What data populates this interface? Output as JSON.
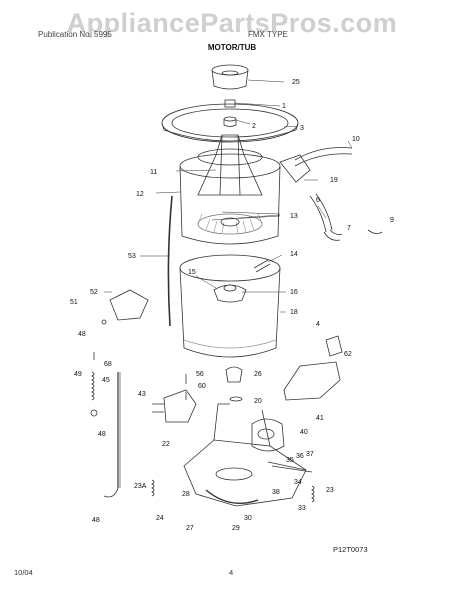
{
  "header": {
    "watermark": "AppliancePartsPros.com",
    "left_text": "Publication No. 5995",
    "right_text": "FMX TYPE",
    "section_title": "MOTOR/TUB"
  },
  "diagram_code": "P12T0073",
  "footer": {
    "date": "10/04",
    "page": "4"
  },
  "callouts": [
    "25",
    "1",
    "2",
    "3",
    "10",
    "11",
    "19",
    "12",
    "13",
    "6",
    "7",
    "9",
    "53",
    "14",
    "15",
    "16",
    "52",
    "51",
    "18",
    "4",
    "48",
    "62",
    "68",
    "49",
    "45",
    "56",
    "26",
    "43",
    "60",
    "20",
    "41",
    "48",
    "22",
    "40",
    "35",
    "36",
    "37",
    "23A",
    "34",
    "28",
    "38",
    "23",
    "24",
    "33",
    "48",
    "27",
    "29",
    "30"
  ],
  "colors": {
    "line": "#333333",
    "light": "#8a8a8a",
    "watermark": "#cfcfcf"
  }
}
